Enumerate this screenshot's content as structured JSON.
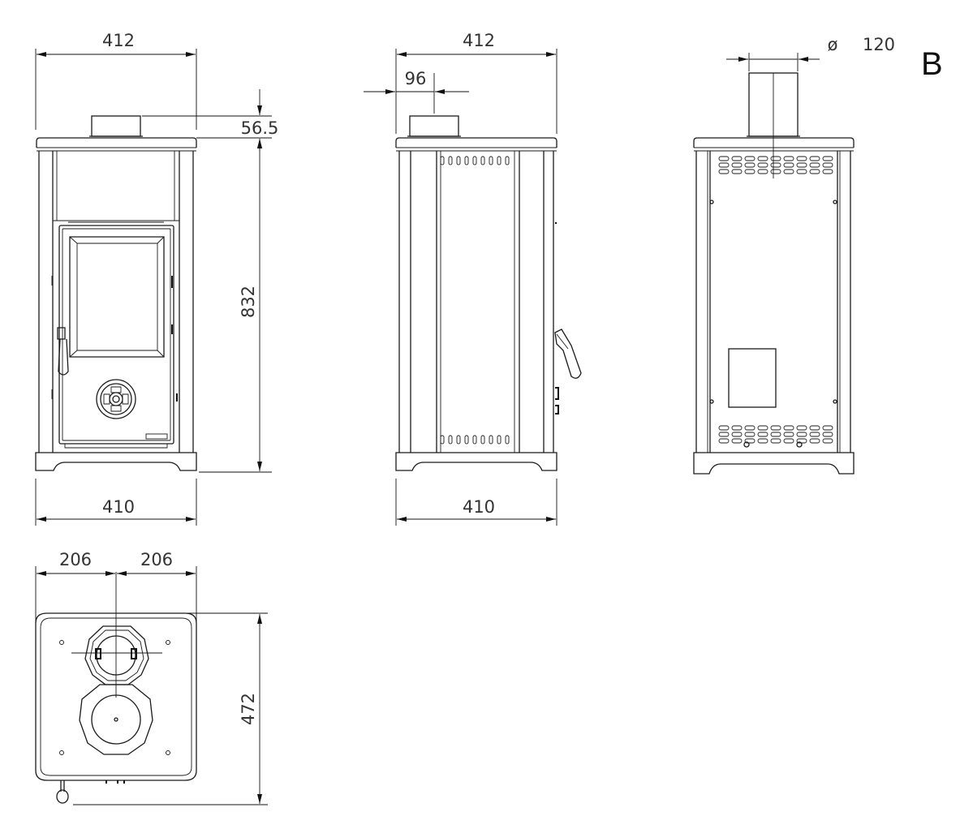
{
  "drawing": {
    "label": "B",
    "dimensions": {
      "front_width_top": "412",
      "front_width_bottom": "410",
      "flue_offset": "56.5",
      "height": "832",
      "side_depth_top": "412",
      "side_depth_bottom": "410",
      "flue_setback": "96",
      "flue_diameter_symbol": "ø",
      "flue_diameter": "120",
      "plan_left_half": "206",
      "plan_right_half": "206",
      "plan_depth": "472"
    },
    "colors": {
      "line": "#1a1a1a",
      "text": "#333333",
      "background": "#ffffff"
    }
  }
}
